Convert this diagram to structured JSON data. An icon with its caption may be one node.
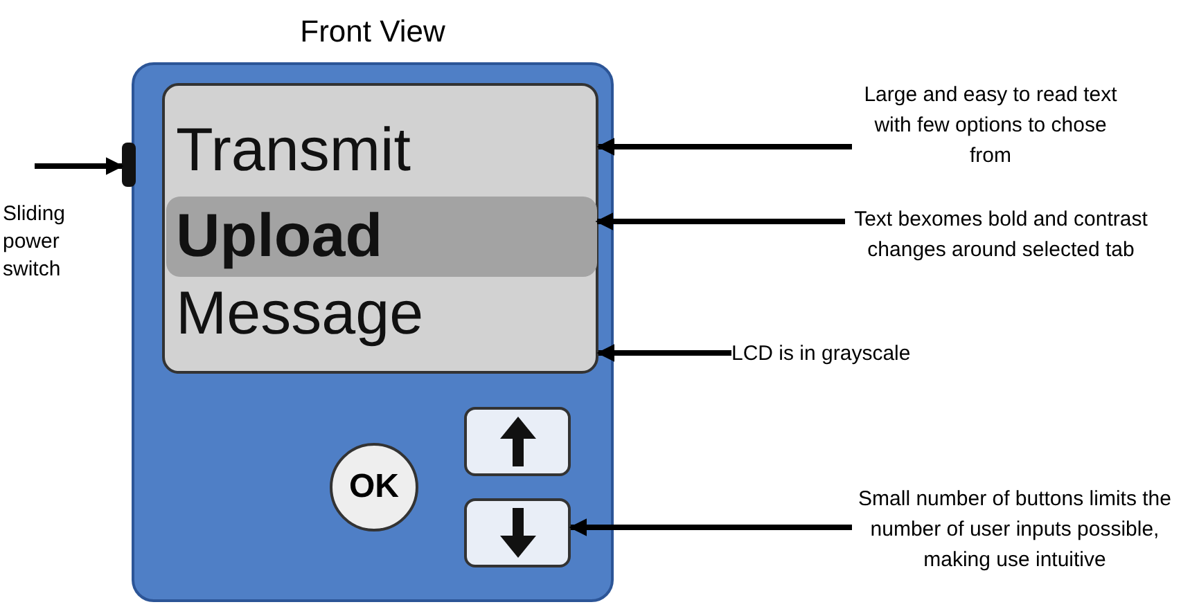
{
  "diagram": {
    "nodes": [
      {
        "text": [
          "Front View"
        ]
      },
      {
        "text": [],
        "shape": "box",
        "in": 0
      },
      {
        "text": [
          "Transmit"
        ],
        "in": 1
      },
      {
        "text": [
          "Upload"
        ],
        "in": 1
      },
      {
        "text": [
          "Message"
        ],
        "in": 1
      },
      {
        "text": [
          "OK"
        ],
        "in": 0
      },
      {
        "text": [],
        "shape": "box",
        "in": 0
      },
      {
        "text": [],
        "shape": "box",
        "in": 0
      },
      {
        "text": [],
        "shape": "bar"
      },
      {
        "text": [
          "Sliding power switch"
        ]
      },
      {
        "text": [
          "Large and easy to read text with few options to chose from"
        ]
      },
      {
        "text": [
          "Text bexomes bold and contrast changes around selected tab"
        ]
      },
      {
        "text": [
          "LCD is in grayscale"
        ]
      },
      {
        "text": [
          "Small number of buttons limits the number of user inputs possible, making use intuitive"
        ]
      }
    ],
    "edges": [
      {
        "from": 9,
        "to": 8,
        "arrow": "to"
      },
      {
        "from": 10,
        "to": 1,
        "arrow": "to"
      },
      {
        "from": 11,
        "to": 3,
        "arrow": "to"
      },
      {
        "from": 12,
        "to": 1,
        "arrow": "to"
      },
      {
        "from": 13,
        "to": 7,
        "arrow": "to"
      }
    ]
  }
}
